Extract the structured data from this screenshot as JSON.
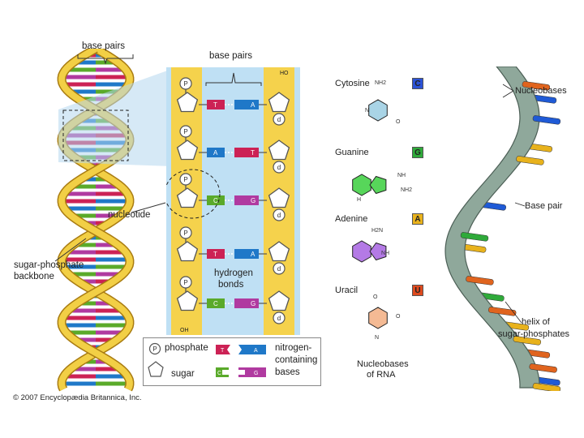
{
  "left_figure": {
    "labels": {
      "base_pairs_top": "base pairs",
      "base_pairs_detail": "base pairs",
      "nucleotide": "nucleotide",
      "sugar_phosphate_line1": "sugar-phosphate",
      "sugar_phosphate_line2": "backbone",
      "hydrogen_line1": "hydrogen",
      "hydrogen_line2": "bonds",
      "ho": "HO",
      "oh": "OH",
      "p": "P",
      "d": "d"
    },
    "ladder_rungs": [
      {
        "left": "T",
        "right": "A",
        "left_color": "#cc2255",
        "right_color": "#1f78c8"
      },
      {
        "left": "A",
        "right": "T",
        "left_color": "#1f78c8",
        "right_color": "#cc2255"
      },
      {
        "left": "C",
        "right": "G",
        "left_color": "#5aaa2a",
        "right_color": "#b03aa0"
      },
      {
        "left": "T",
        "right": "A",
        "left_color": "#cc2255",
        "right_color": "#1f78c8"
      },
      {
        "left": "C",
        "right": "G",
        "left_color": "#5aaa2a",
        "right_color": "#b03aa0"
      }
    ],
    "legend": {
      "phosphate_label": "phosphate",
      "sugar_label": "sugar",
      "nitrogen_line1": "nitrogen-",
      "nitrogen_line2": "containing",
      "nitrogen_line3": "bases",
      "t_letter": "T",
      "a_letter": "A",
      "c_letter": "C",
      "g_letter": "G"
    },
    "copyright": "© 2007 Encyclopædia Britannica, Inc."
  },
  "right_figure": {
    "bases": [
      {
        "name": "Cytosine",
        "letter": "C",
        "color": "#2b52d6",
        "ring_color": "#a9d4e6"
      },
      {
        "name": "Guanine",
        "letter": "G",
        "color": "#2faa3a",
        "ring_color": "#57d65a"
      },
      {
        "name": "Adenine",
        "letter": "A",
        "color": "#e9b21c",
        "ring_color": "#b47ae6"
      },
      {
        "name": "Uracil",
        "letter": "U",
        "color": "#de4a1e",
        "ring_color": "#f4ba94"
      }
    ],
    "chem_labels": [
      "NH2",
      "N",
      "O",
      "NH",
      "NH2",
      "H2N",
      "NH",
      "O",
      "O",
      "N",
      "H"
    ],
    "caption_line1": "Nucleobases",
    "caption_line2": "of RNA",
    "helix_labels": {
      "nucleobases": "Nucleobases",
      "base_pair": "Base pair",
      "helix_line1": "helix of",
      "helix_line2": "sugar-phosphates"
    },
    "rung_colors": [
      "#e0641e",
      "#1f5ad6",
      "#1f5ad6",
      "#e8b21c",
      "#e8b21c",
      "#1f5ad6",
      "#2faa3a",
      "#e8b21c",
      "#e0641e",
      "#2faa3a",
      "#e0641e",
      "#e8b21c",
      "#e8b21c",
      "#e0641e",
      "#e0641e",
      "#1f5ad6",
      "#e8b21c"
    ]
  }
}
